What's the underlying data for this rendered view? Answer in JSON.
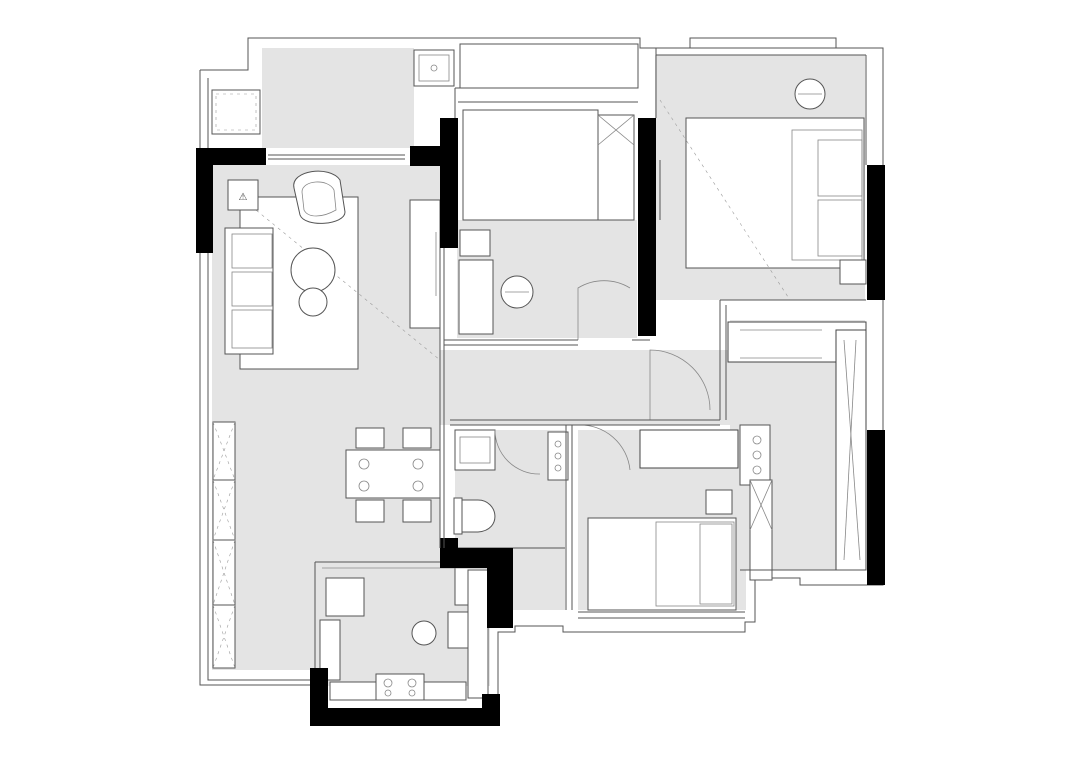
{
  "drawing": {
    "type": "floor-plan",
    "units_shown": "none",
    "text_labels": [],
    "rooms": [
      {
        "name": "balcony-west"
      },
      {
        "name": "living-room"
      },
      {
        "name": "dining-area"
      },
      {
        "name": "kitchen"
      },
      {
        "name": "corridor"
      },
      {
        "name": "bathroom"
      },
      {
        "name": "bedroom-north"
      },
      {
        "name": "master-bedroom"
      },
      {
        "name": "bedroom-south"
      },
      {
        "name": "walk-in-closet"
      }
    ],
    "colors": {
      "wall": "#000000",
      "floor": "#e4e4e4",
      "furniture": "#ffffff",
      "outline": "#555555"
    }
  }
}
